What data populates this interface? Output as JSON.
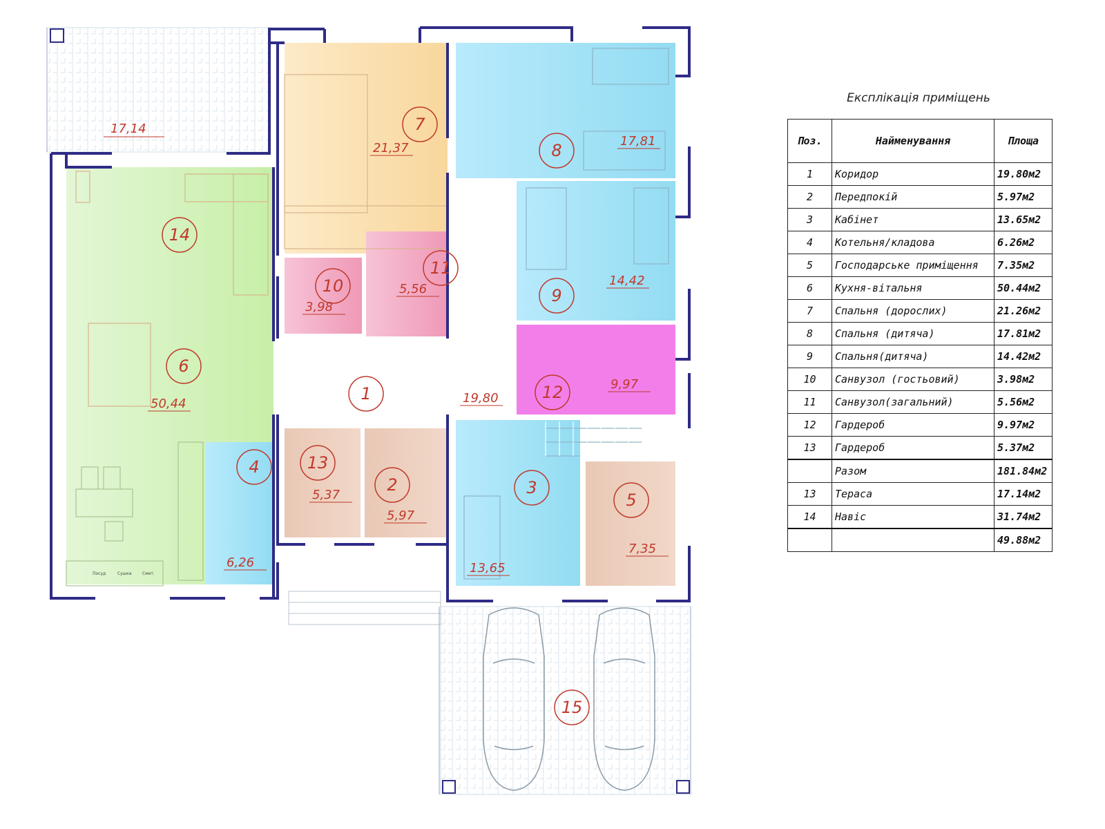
{
  "table": {
    "title": "Експлікація приміщень",
    "headers": {
      "pos": "Поз.",
      "name": "Найменування",
      "area": "Площа"
    },
    "rows": [
      {
        "pos": "1",
        "name": "Коридор",
        "area": "19.80м2"
      },
      {
        "pos": "2",
        "name": "Передпокій",
        "area": "5.97м2"
      },
      {
        "pos": "3",
        "name": "Кабінет",
        "area": "13.65м2"
      },
      {
        "pos": "4",
        "name": "Котельня/кладова",
        "area": "6.26м2"
      },
      {
        "pos": "5",
        "name": "Господарське приміщення",
        "area": "7.35м2"
      },
      {
        "pos": "6",
        "name": "Кухня-вітальня",
        "area": "50.44м2"
      },
      {
        "pos": "7",
        "name": "Спальня (дорослих)",
        "area": "21.26м2"
      },
      {
        "pos": "8",
        "name": "Спальня (дитяча)",
        "area": "17.81м2"
      },
      {
        "pos": "9",
        "name": "Спальня(дитяча)",
        "area": "14.42м2"
      },
      {
        "pos": "10",
        "name": "Санвузол (гостьовий)",
        "area": "3.98м2"
      },
      {
        "pos": "11",
        "name": "Санвузол(загальний)",
        "area": "5.56м2"
      },
      {
        "pos": "12",
        "name": "Гардероб",
        "area": "9.97м2"
      },
      {
        "pos": "13",
        "name": "Гардероб",
        "area": "5.37м2"
      }
    ],
    "total": {
      "name": "Разом",
      "area": "181.84м2"
    },
    "extra_rows": [
      {
        "pos": "13",
        "name": "Тераса",
        "area": "17.14м2"
      },
      {
        "pos": "14",
        "name": "Навіс",
        "area": "31.74м2"
      }
    ],
    "extra_total": {
      "area": "49.88м2"
    }
  },
  "plan": {
    "rooms": [
      {
        "no": "1",
        "area": "19,80"
      },
      {
        "no": "2",
        "area": "5,97"
      },
      {
        "no": "3",
        "area": "13,65"
      },
      {
        "no": "4",
        "area": "6,26"
      },
      {
        "no": "5",
        "area": "7,35"
      },
      {
        "no": "6",
        "area": "50,44"
      },
      {
        "no": "7",
        "area": "21,37"
      },
      {
        "no": "8",
        "area": "17,81"
      },
      {
        "no": "9",
        "area": "14,42"
      },
      {
        "no": "10",
        "area": "3,98"
      },
      {
        "no": "11",
        "area": "5,56"
      },
      {
        "no": "12",
        "area": "9,97"
      },
      {
        "no": "13",
        "area": "5,37"
      },
      {
        "no": "14",
        "area": ""
      },
      {
        "no": "15",
        "area": ""
      }
    ],
    "terrace_area": "17,14",
    "kitchen_labels": [
      "Посуд",
      "Сушка",
      "Смет."
    ],
    "colors": {
      "wall": "#2e2b86",
      "living": "#d7f2c4",
      "bedroom_adult": "#fbe0b0",
      "bedroom_kids": "#a9e3f7",
      "bathroom": "#f3a9c4",
      "wardrobe": "#f37de6",
      "utility": "#e6bfa8",
      "label": "#c0392b"
    }
  }
}
